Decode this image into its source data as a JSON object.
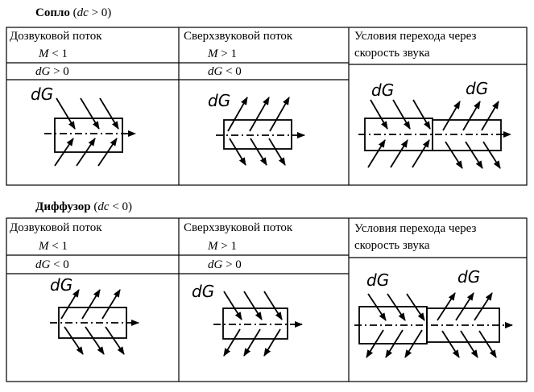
{
  "nozzle": {
    "title_word": "Сопло",
    "title_cond_var": "dc",
    "title_cond_op": "> 0",
    "col1": {
      "header": "Дозвуковой поток",
      "mach_var": "M",
      "mach_op": "< 1",
      "dg_var": "dG",
      "dg_op": "> 0",
      "diagram_label": "dG"
    },
    "col2": {
      "header": "Сверхзвуковой поток",
      "mach_var": "M",
      "mach_op": "> 1",
      "dg_var": "dG",
      "dg_op": "< 0",
      "diagram_label": "dG"
    },
    "col3": {
      "header_line1": "Условия перехода через",
      "header_line2": "скорость звука",
      "diagram_label_left": "dG",
      "diagram_label_right": "dG"
    }
  },
  "diffuser": {
    "title_word": "Диффузор",
    "title_cond_var": "dc",
    "title_cond_op": "< 0",
    "col1": {
      "header": "Дозвуковой поток",
      "mach_var": "M",
      "mach_op": "< 1",
      "dg_var": "dG",
      "dg_op": "< 0",
      "diagram_label": "dG"
    },
    "col2": {
      "header": "Сверхзвуковой поток",
      "mach_var": "M",
      "mach_op": "> 1",
      "dg_var": "dG",
      "dg_op": "> 0",
      "diagram_label": "dG"
    },
    "col3": {
      "header_line1": "Условия перехода через",
      "header_line2": "скорость звука",
      "diagram_label_left": "dG",
      "diagram_label_right": "dG"
    }
  }
}
